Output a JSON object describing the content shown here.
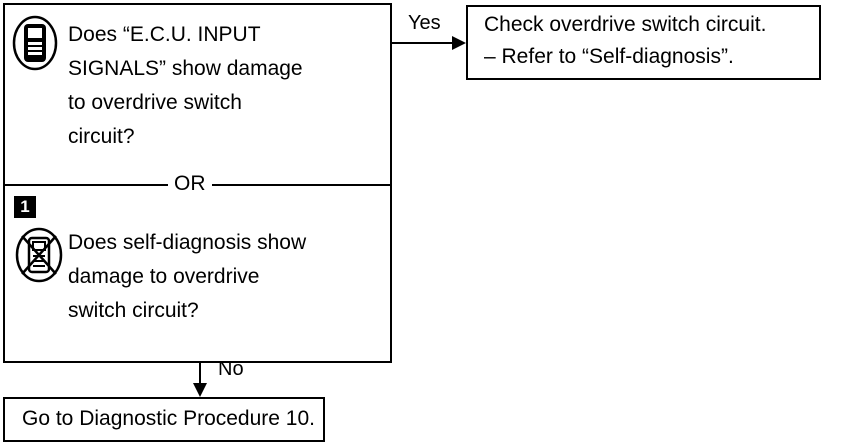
{
  "decision": {
    "q1_lines": [
      "Does “E.C.U. INPUT",
      "SIGNALS” show damage",
      "to overdrive switch",
      "circuit?"
    ],
    "separator": "OR",
    "step_number": "1",
    "q2_lines": [
      "Does self-diagnosis show",
      "damage to overdrive",
      "switch circuit?"
    ]
  },
  "yes_branch": {
    "label": "Yes",
    "lines": [
      "Check overdrive switch circuit.",
      "– Refer to “Self-diagnosis”."
    ]
  },
  "no_branch": {
    "label": "No",
    "text": "Go to Diagnostic Procedure 10."
  },
  "icons": {
    "q1": "consult-tester-icon",
    "q2": "no-consult-tester-icon"
  }
}
